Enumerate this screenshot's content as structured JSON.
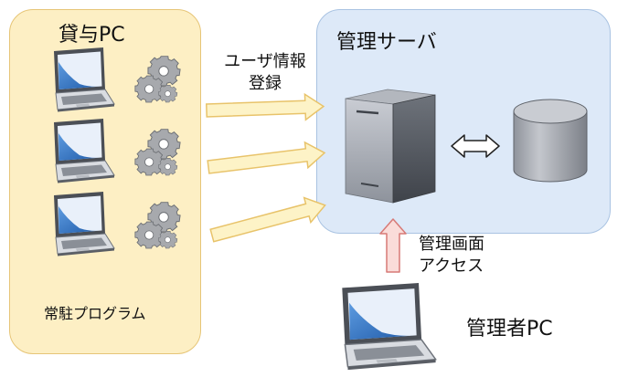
{
  "lending_group": {
    "title": "貸与PC",
    "caption": "常駐プログラム"
  },
  "server_group": {
    "title": "管理サーバ"
  },
  "registration_label": {
    "line1": "ユーザ情報",
    "line2": "登録"
  },
  "access_label": {
    "line1": "管理画面",
    "line2": "アクセス"
  },
  "admin_pc": {
    "label": "管理者PC"
  },
  "colors": {
    "lend_fill": "#fdefc4",
    "lend_border": "#e6c577",
    "server_fill": "#dde9f8",
    "server_border": "#a9c3e2",
    "arrow_yellow": "#fdf3c7",
    "arrow_yellow_border": "#e8c36a",
    "arrow_pink": "#fadcd9",
    "arrow_pink_border": "#d77a77",
    "screen_blue": "#2f6fbf",
    "gear_gray": "#a7a9ad"
  }
}
